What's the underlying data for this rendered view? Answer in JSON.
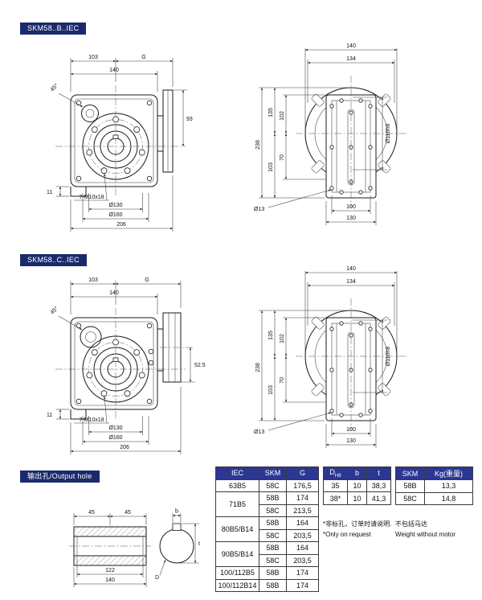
{
  "page": {
    "section1_label": "SKM58..B..IEC",
    "section2_label": "SKM58..C..IEC",
    "section3_label": "输出孔/Output hole"
  },
  "colors": {
    "section_label_bg": "#1b2a6b",
    "table_header_bg": "#2c3792",
    "drawing_line": "#1a1a1a"
  },
  "d1f": {
    "w103": "103",
    "g": "G",
    "w140": "140",
    "h93": "93",
    "angle": "45°",
    "holes": "7-M10x18",
    "boltcircle": "Ø130",
    "flange": "Ø160",
    "total": "206",
    "off": "11"
  },
  "d1s": {
    "w140": "140",
    "w134": "134",
    "h238": "238",
    "h135": "135",
    "h102": "102",
    "h103": "103",
    "h70": "70",
    "pilot": "Ø110h8",
    "hole": "Ø13",
    "w100": "100",
    "w130": "130"
  },
  "d2f": {
    "w103": "103",
    "g": "G",
    "w140": "140",
    "h52": "52.5",
    "angle": "45°",
    "holes": "7-M10x18",
    "boltcircle": "Ø130",
    "flange": "Ø160",
    "total": "206",
    "off": "11"
  },
  "d2s": {
    "w140": "140",
    "w134": "134",
    "h238": "238",
    "h135": "135",
    "h102": "102",
    "h103": "103",
    "h70": "70",
    "pilot": "Ø110h8",
    "hole": "Ø13",
    "w100": "100",
    "w130": "130"
  },
  "out": {
    "a45": "45",
    "b45": "45",
    "w122": "122",
    "w140": "140",
    "b": "b",
    "t": "t",
    "d": "D"
  },
  "t1": {
    "h1": "IEC",
    "h2": "SKM",
    "h3": "G",
    "r": [
      {
        "iec": "63B5",
        "skm": "58C",
        "g": "176,5"
      },
      {
        "iec": "71B5",
        "skm": "58B",
        "g": "174"
      },
      {
        "skm": "58C",
        "g": "213,5"
      },
      {
        "iec": "80B5/B14",
        "skm": "58B",
        "g": "164"
      },
      {
        "skm": "58C",
        "g": "203,5"
      },
      {
        "iec": "90B5/B14",
        "skm": "58B",
        "g": "164"
      },
      {
        "skm": "58C",
        "g": "203,5"
      },
      {
        "iec": "100/112B5",
        "skm": "58B",
        "g": "174"
      },
      {
        "iec": "100/112B14",
        "skm": "58B",
        "g": "174"
      }
    ]
  },
  "t2": {
    "hd": "D",
    "hdsub": "H8",
    "hb": "b",
    "ht": "t",
    "r": [
      {
        "d": "35",
        "b": "10",
        "t": "38,3"
      },
      {
        "d": "38*",
        "b": "10",
        "t": "41,3"
      }
    ],
    "note_cn": "*非标孔，订单时请说明.",
    "note_en": "*Only on request"
  },
  "t3": {
    "h1": "SKM",
    "h2": "Kg(重量)",
    "r": [
      {
        "skm": "58B",
        "kg": "13,3"
      },
      {
        "skm": "58C",
        "kg": "14,8"
      }
    ],
    "note_cn": "不包括马达",
    "note_en": "Weight without motor"
  }
}
